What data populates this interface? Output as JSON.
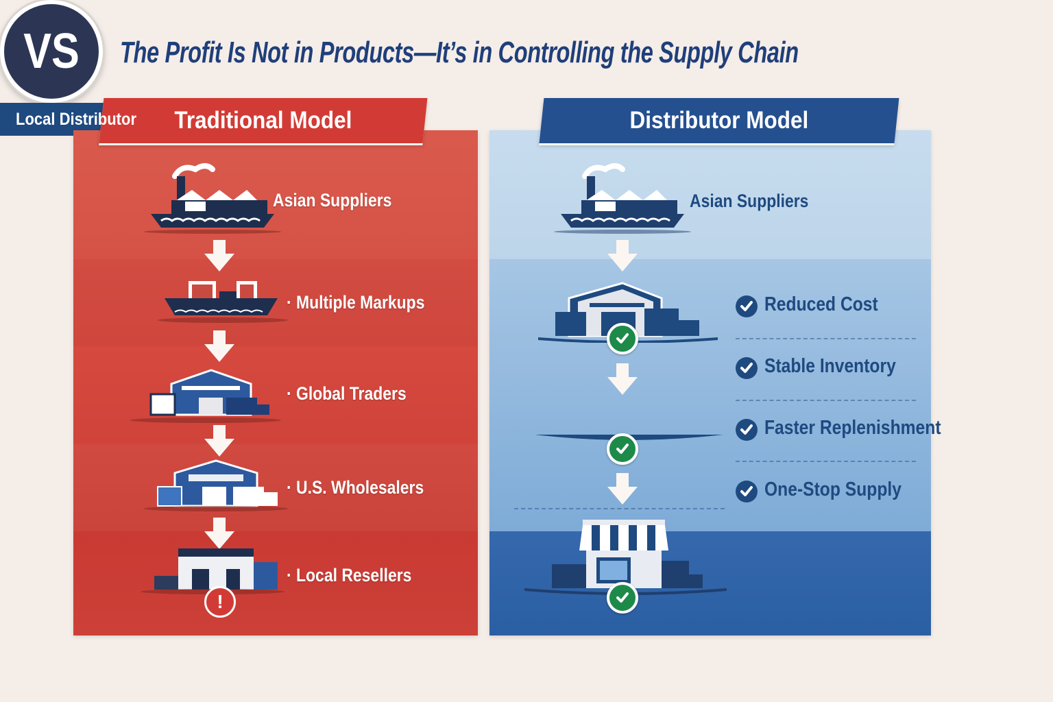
{
  "title": "The Profit Is Not in Products—It’s in Controlling the Supply Chain",
  "traditional": {
    "header": "Traditional Model",
    "steps": [
      {
        "label": "Asian Suppliers",
        "icon": "factory-ship-icon"
      },
      {
        "label": "· Multiple Markups",
        "icon": "cargo-ship-icon"
      },
      {
        "label": "· Global Traders",
        "icon": "warehouse-icon"
      },
      {
        "label": "· U.S. Wholesalers",
        "icon": "warehouse-truck-icon"
      },
      {
        "label": "· Local Resellers",
        "icon": "store-warning-icon"
      }
    ]
  },
  "vs_label": "VS",
  "distributor": {
    "header": "Distributor Model",
    "source_label": "Asian Suppliers",
    "hub_label": "Local Distributor",
    "benefits": [
      "Reduced Cost",
      "Stable Inventory",
      "Faster Replenishment",
      "One-Stop Supply"
    ]
  },
  "colors": {
    "red": "#d23b35",
    "navy": "#1f4a80",
    "green": "#1e8a4a",
    "title": "#1f3f7a"
  }
}
